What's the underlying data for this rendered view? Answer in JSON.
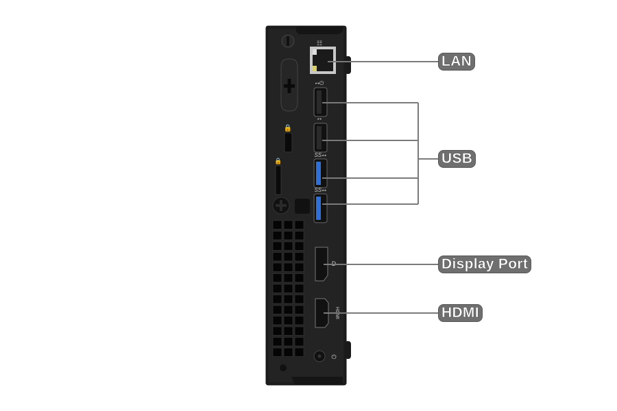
{
  "labels": {
    "lan": "LAN",
    "usb": "USB",
    "display_port": "Display Port",
    "hdmi": "HDMI"
  },
  "colors": {
    "chassis": "#1e1e1e",
    "leader_line": "#777777",
    "label_bg": "#6f6f6f",
    "usb3_blue": "#2f6fd6"
  }
}
